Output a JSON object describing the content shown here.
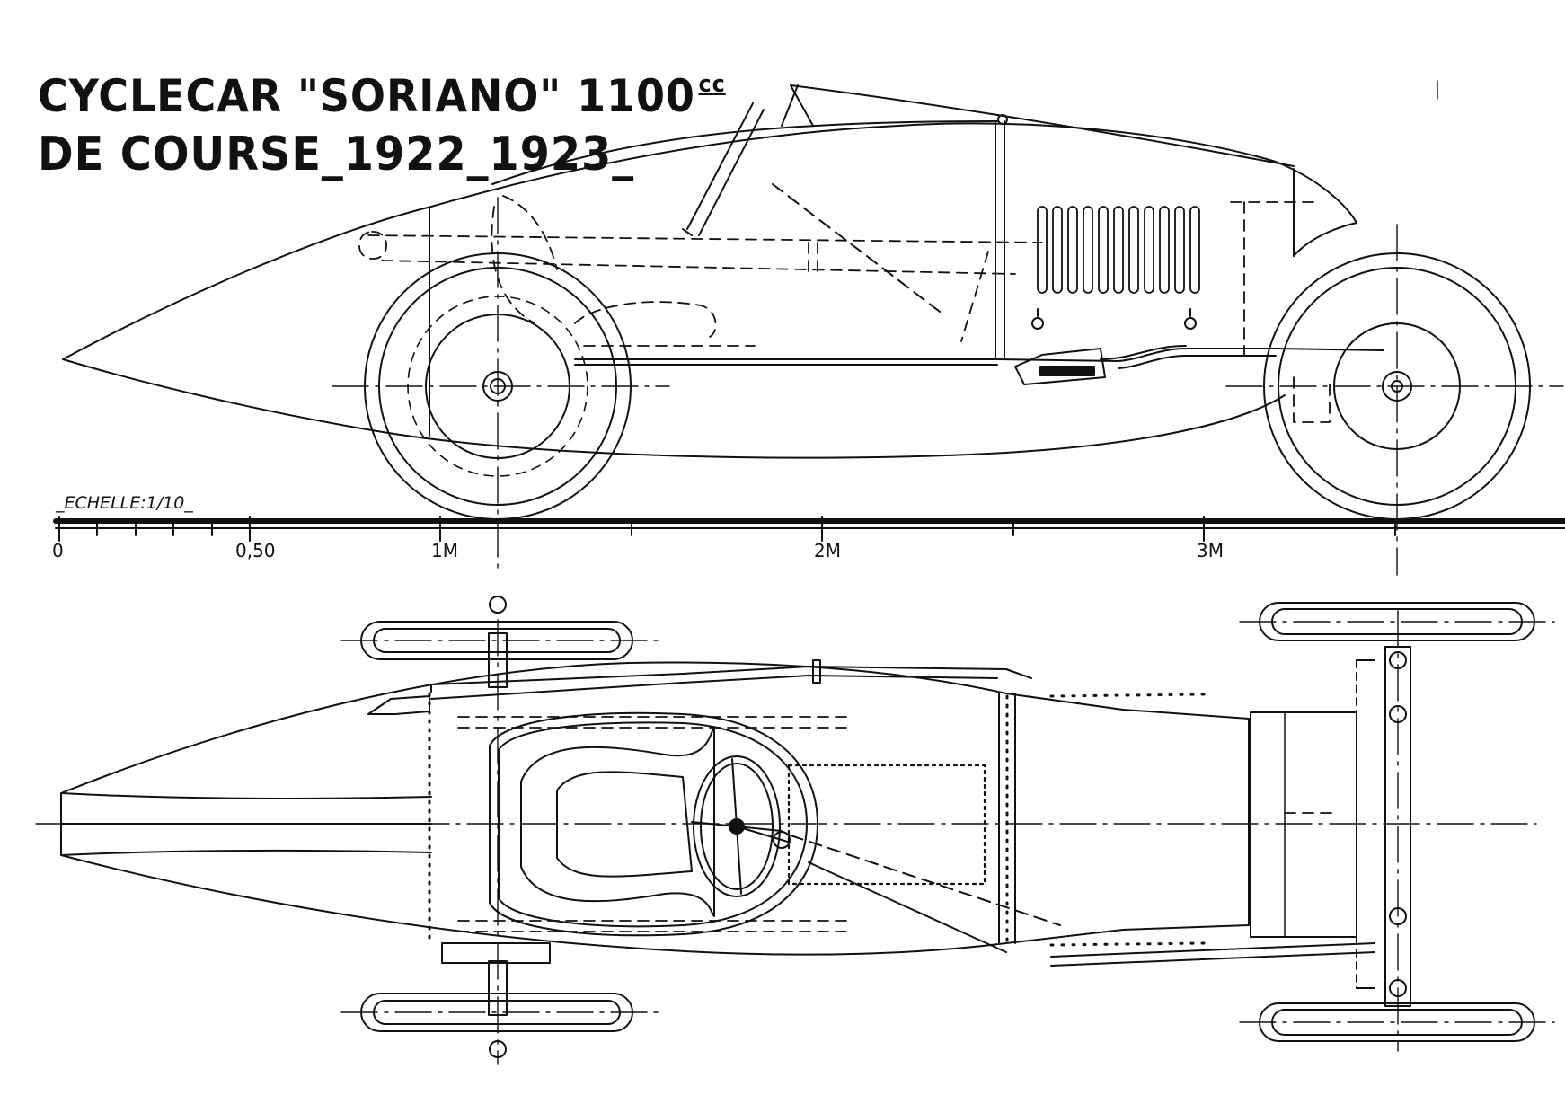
{
  "title": {
    "line1": "CYCLECAR \"SORIANO\" 1100",
    "unit": "cc",
    "line2": "DE COURSE_1922_1923_"
  },
  "scale": {
    "label": "_ECHELLE:1/10_",
    "ticks": [
      "0",
      "0,50",
      "1M",
      "2M",
      "3M"
    ]
  },
  "colors": {
    "ink": "#111111",
    "paper": "#ffffff"
  }
}
